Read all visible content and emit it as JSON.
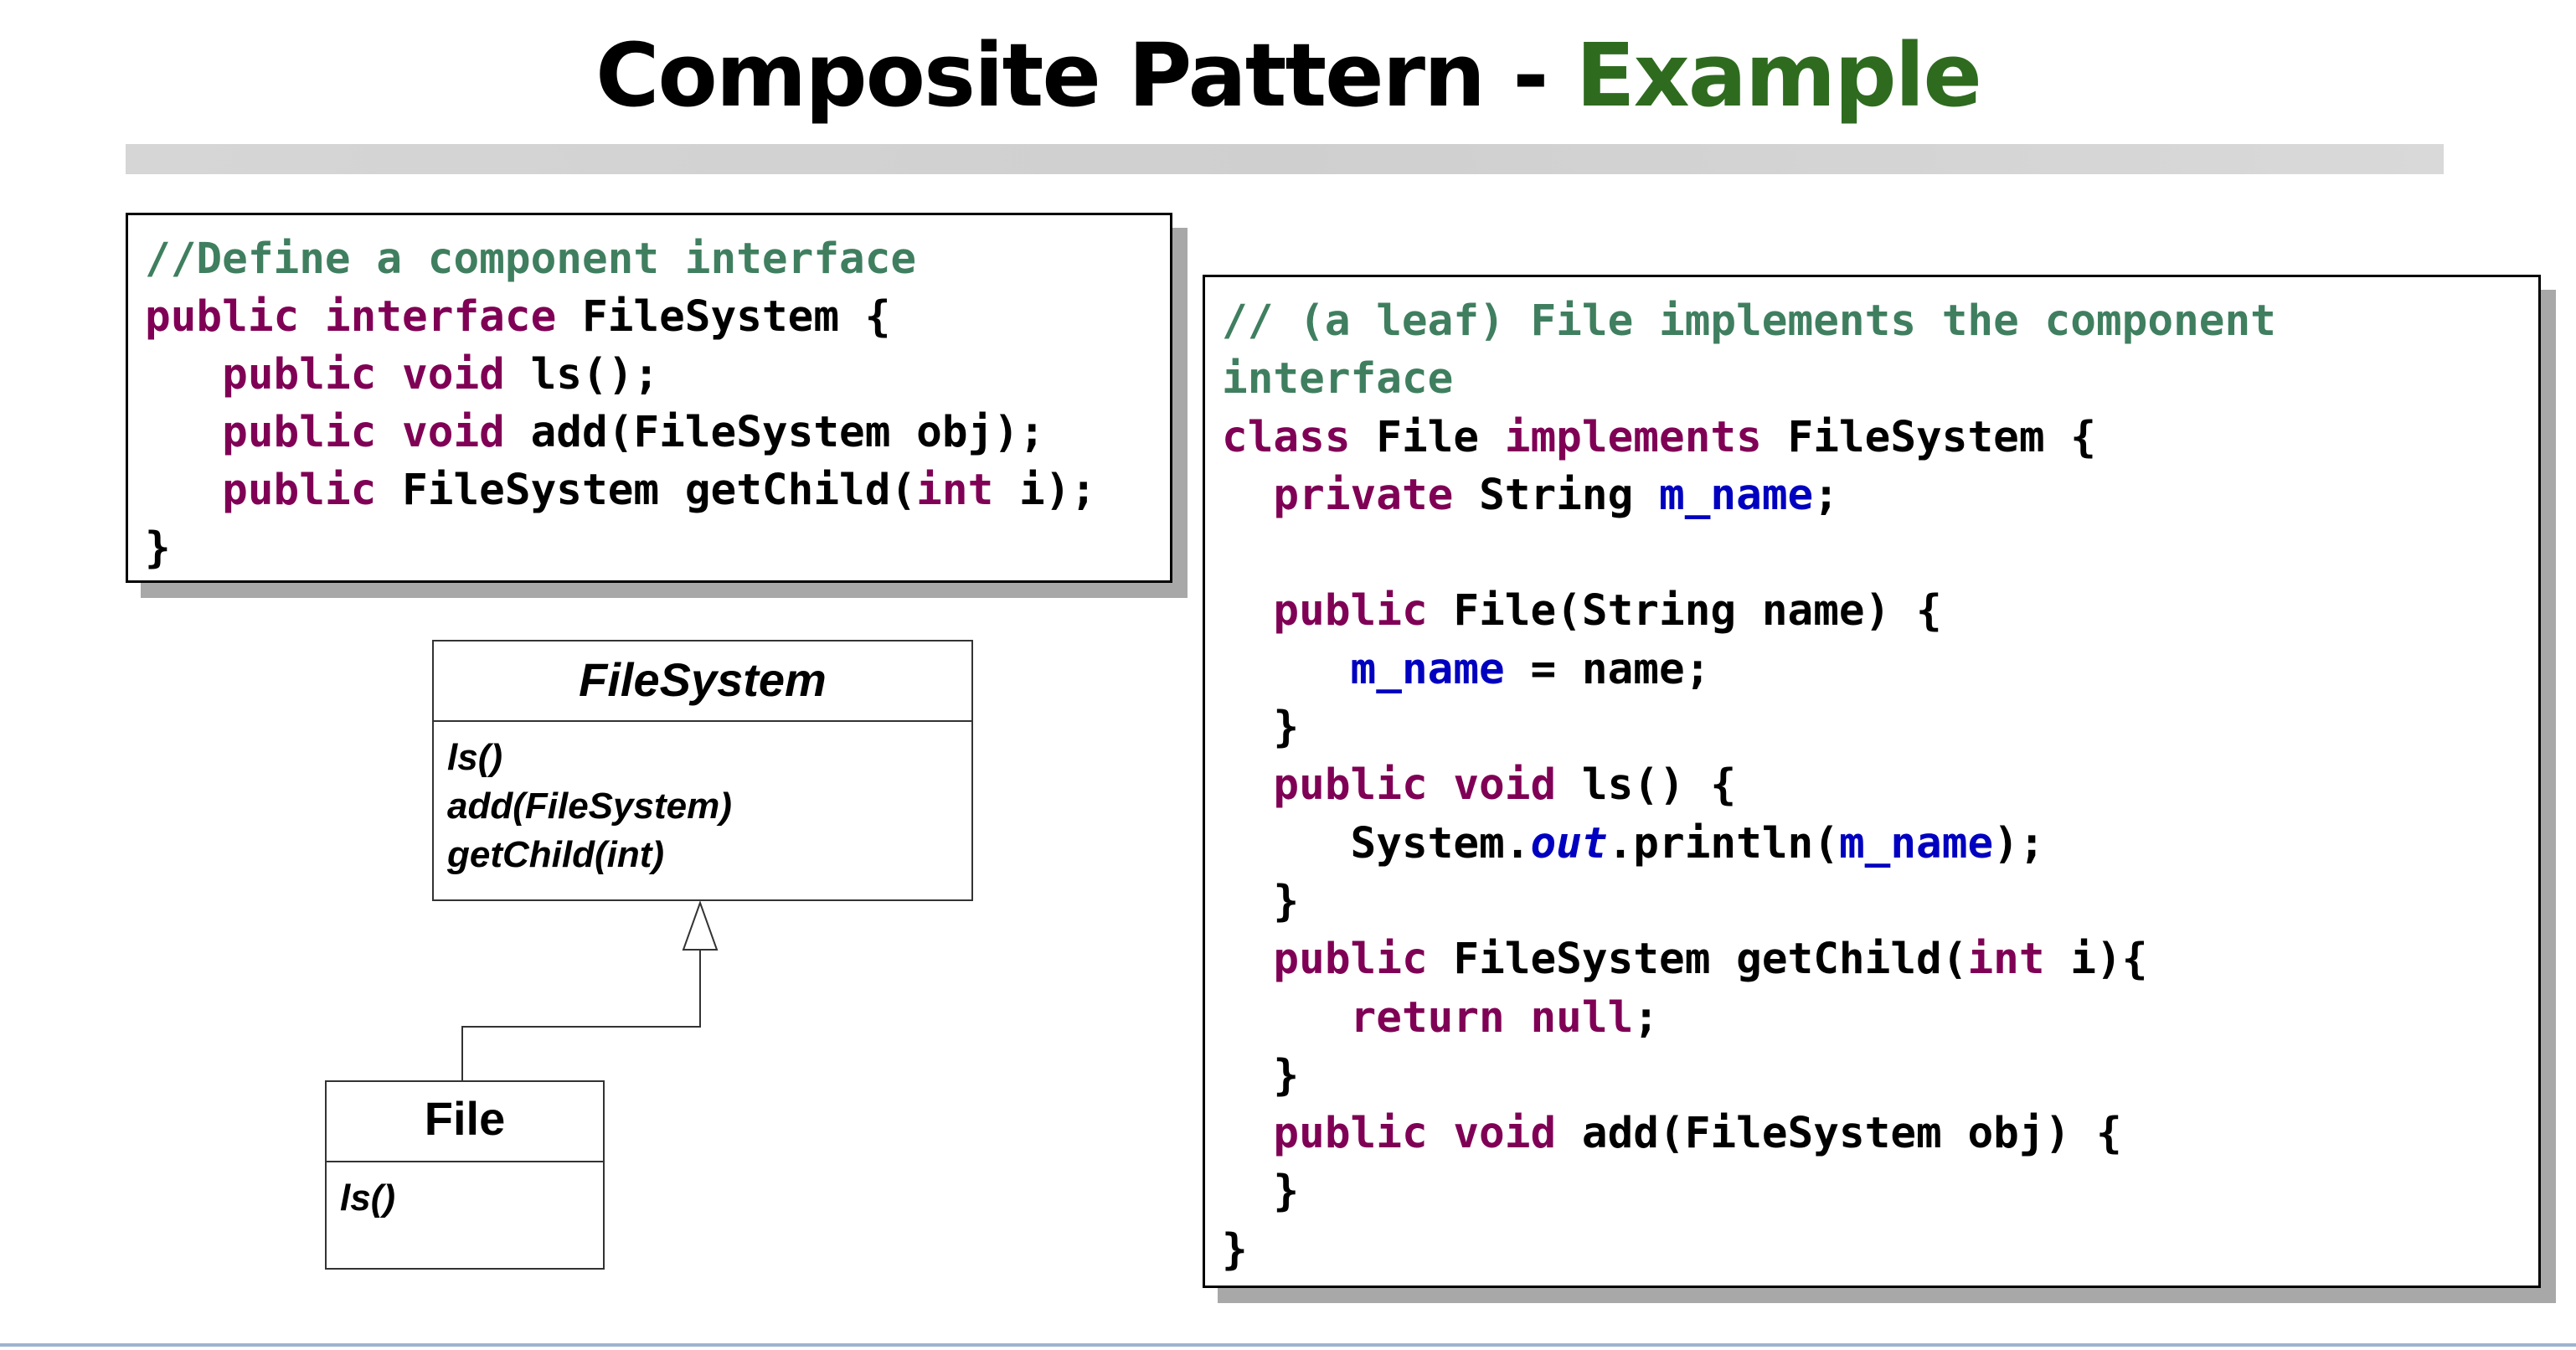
{
  "slide": {
    "title_main": "Composite Pattern - ",
    "title_accent": "Example"
  },
  "interface_code": {
    "l1_comment": "//Define a component interface",
    "l2_kw": "public interface",
    "l2_rest": " FileSystem {",
    "l3_kw": "public void",
    "l3_rest": " ls();",
    "l4_kw": "public void",
    "l4_rest": " add(FileSystem obj);",
    "l5_kw": "public",
    "l5_mid": " FileSystem getChild(",
    "l5_kw2": "int",
    "l5_rest": " i);",
    "l6": "}"
  },
  "class_code": {
    "c1": "// (a leaf) File implements the component",
    "c2": "interface",
    "l3_kw": "class",
    "l3_mid": " File ",
    "l3_kw2": "implements",
    "l3_rest": " FileSystem {",
    "l4_kw": "private",
    "l4_mid": " String ",
    "l4_field": "m_name",
    "l4_rest": ";",
    "l6_kw": "public",
    "l6_rest": " File(String name) {",
    "l7_field": "m_name",
    "l7_rest": " = name;",
    "l8": "}",
    "l9_kw": "public void",
    "l9_rest": " ls() {",
    "l10_a": "System.",
    "l10_out": "out",
    "l10_b": ".println(",
    "l10_field": "m_name",
    "l10_c": ");",
    "l11": "}",
    "l12_kw": "public",
    "l12_mid": " FileSystem getChild(",
    "l12_kw2": "int",
    "l12_rest": " i){",
    "l13_kw": "return null",
    "l13_rest": ";",
    "l14": "}",
    "l15_kw": "public void",
    "l15_rest": " add(FileSystem obj) {",
    "l16": "}",
    "l17": "}"
  },
  "uml": {
    "filesystem": {
      "name": "FileSystem",
      "ops": [
        "ls()",
        "add(FileSystem)",
        "getChild(int)"
      ]
    },
    "file": {
      "name": "File",
      "ops": [
        "ls()"
      ]
    }
  }
}
